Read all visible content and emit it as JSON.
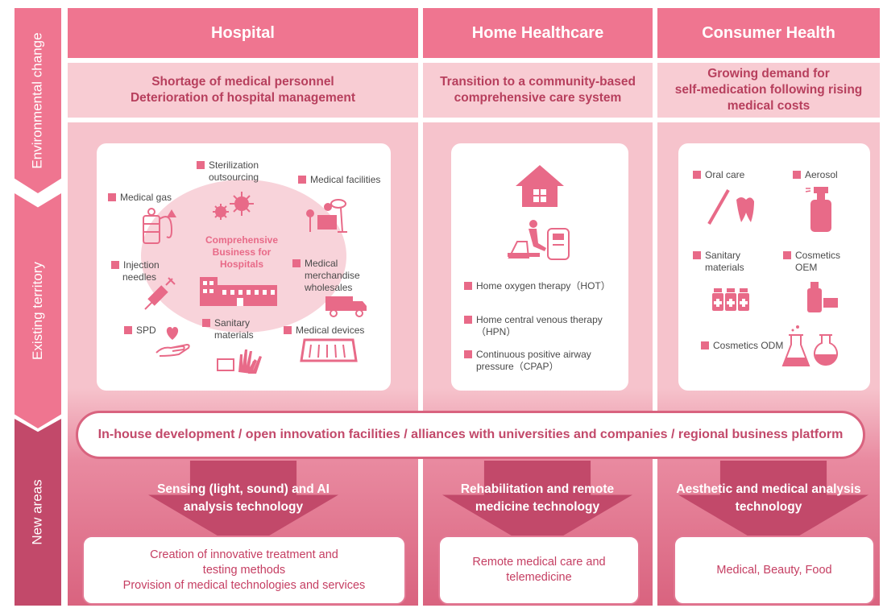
{
  "sides": {
    "env": "Environmental change",
    "existing": "Existing territory",
    "new": "New areas"
  },
  "hospital": {
    "title": "Hospital",
    "env_line1": "Shortage of medical personnel",
    "env_line2": "Deterioration of hospital management",
    "center_line1": "Comprehensive",
    "center_line2": "Business for",
    "center_line3": "Hospitals",
    "items": {
      "steril1": "Sterilization",
      "steril2": "outsourcing",
      "facilities": "Medical facilities",
      "gas": "Medical gas",
      "needles1": "Injection",
      "needles2": "needles",
      "merch1": "Medical",
      "merch2": "merchandise",
      "merch3": "wholesales",
      "spd": "SPD",
      "sanitary1": "Sanitary",
      "sanitary2": "materials",
      "devices": "Medical devices"
    },
    "tech_line1": "Sensing (light, sound) and AI",
    "tech_line2": "analysis technology",
    "out_line1": "Creation of innovative treatment and",
    "out_line2": "testing methods",
    "out_line3": "Provision of medical technologies and services"
  },
  "home": {
    "title": "Home Healthcare",
    "env_line1": "Transition to a community-based",
    "env_line2": "comprehensive care system",
    "items": {
      "hot": "Home oxygen therapy（HOT）",
      "hpn1": "Home central venous therapy",
      "hpn2": "（HPN）",
      "cpap1": "Continuous positive airway",
      "cpap2": "pressure（CPAP）"
    },
    "tech_line1": "Rehabilitation and remote",
    "tech_line2": "medicine technology",
    "out_line1": "Remote medical care and",
    "out_line2": "telemedicine"
  },
  "consumer": {
    "title": "Consumer Health",
    "env_line1": "Growing demand for",
    "env_line2": "self-medication following rising",
    "env_line3": "medical costs",
    "items": {
      "oral": "Oral care",
      "aerosol": "Aerosol",
      "sanitary1": "Sanitary",
      "sanitary2": "materials",
      "oem1": "Cosmetics",
      "oem2": "OEM",
      "odm": "Cosmetics ODM"
    },
    "tech_line1": "Aesthetic and medical analysis",
    "tech_line2": "technology",
    "out_line1": "Medical, Beauty, Food"
  },
  "banner": "In-house development / open innovation facilities / alliances with universities and companies / regional business platform",
  "colors": {
    "header": "#ef7590",
    "env_bg": "#f8ccd3",
    "accent": "#e86a88",
    "dark": "#c2496a"
  }
}
